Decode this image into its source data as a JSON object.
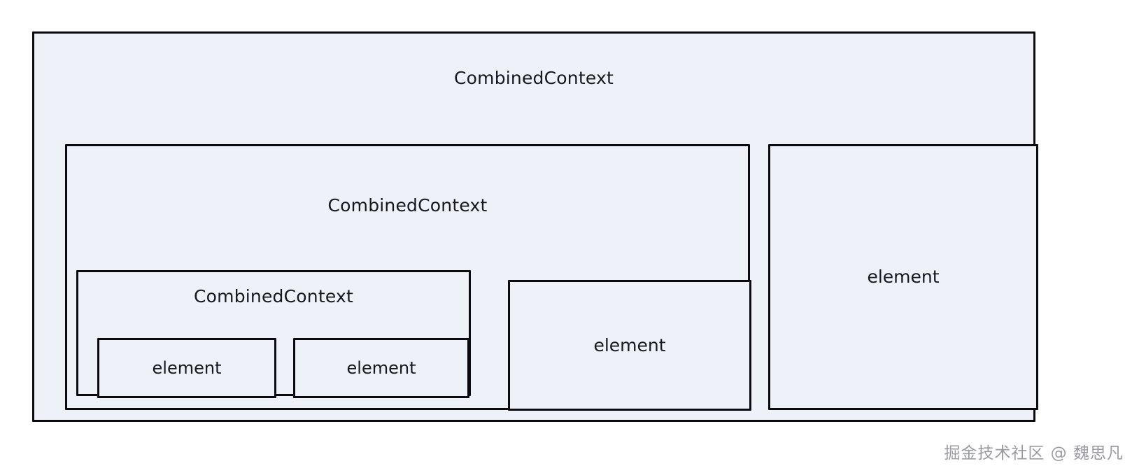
{
  "diagram": {
    "type": "nested-containment",
    "colors": {
      "page_background": "#ffffff",
      "node_fill": "#eef1f8",
      "node_border": "#0b0b0f",
      "text": "#17181c",
      "watermark": "#9a9aa2"
    },
    "root": {
      "label": "CombinedContext",
      "children": [
        {
          "label": "CombinedContext",
          "children": [
            {
              "label": "CombinedContext",
              "children": [
                {
                  "label": "element"
                },
                {
                  "label": "element"
                }
              ]
            },
            {
              "label": "element"
            }
          ]
        },
        {
          "label": "element"
        }
      ]
    },
    "nodes": {
      "level1_title": "CombinedContext",
      "level2_title": "CombinedContext",
      "level3_title": "CombinedContext",
      "leaf_a": "element",
      "leaf_b": "element",
      "mid_element": "element",
      "right_element": "element"
    }
  },
  "watermark": {
    "text": "掘金技术社区 @ 魏思凡"
  }
}
